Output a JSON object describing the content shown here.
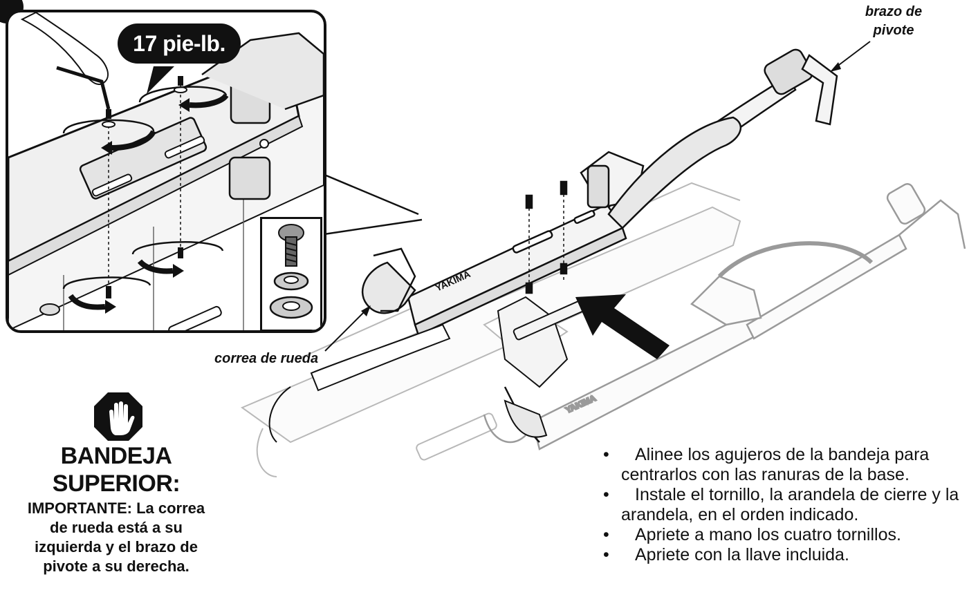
{
  "torque": {
    "label": "17 pie-lb."
  },
  "callouts": {
    "pivot_arm": [
      "brazo de",
      "pivote"
    ],
    "wheel_strap": "correa de rueda"
  },
  "warning": {
    "title": "BANDEJA SUPERIOR:",
    "important_prefix": "IMPORTANTE:",
    "body_lines": [
      " La correa",
      "de rueda está a su",
      "izquierda y el brazo de",
      "pivote a su derecha."
    ]
  },
  "steps": [
    "Alinee los agujeros de la bandeja para centrarlos con las ranuras de la base.",
    "Instale el tornillo, la arandela de cierre y la arandela, en el orden indicado.",
    "Apriete a mano los cuatro tornillos.",
    "Apriete con la llave incluida."
  ],
  "brand": {
    "tray_logo": "YAKIMA"
  },
  "colors": {
    "ink": "#111111",
    "tray_fill": "#f4f4f4",
    "ghost_line": "#b8b8b8"
  },
  "icons": {
    "stop": "stop-hand-icon",
    "arrow": "insert-arrow-icon"
  }
}
